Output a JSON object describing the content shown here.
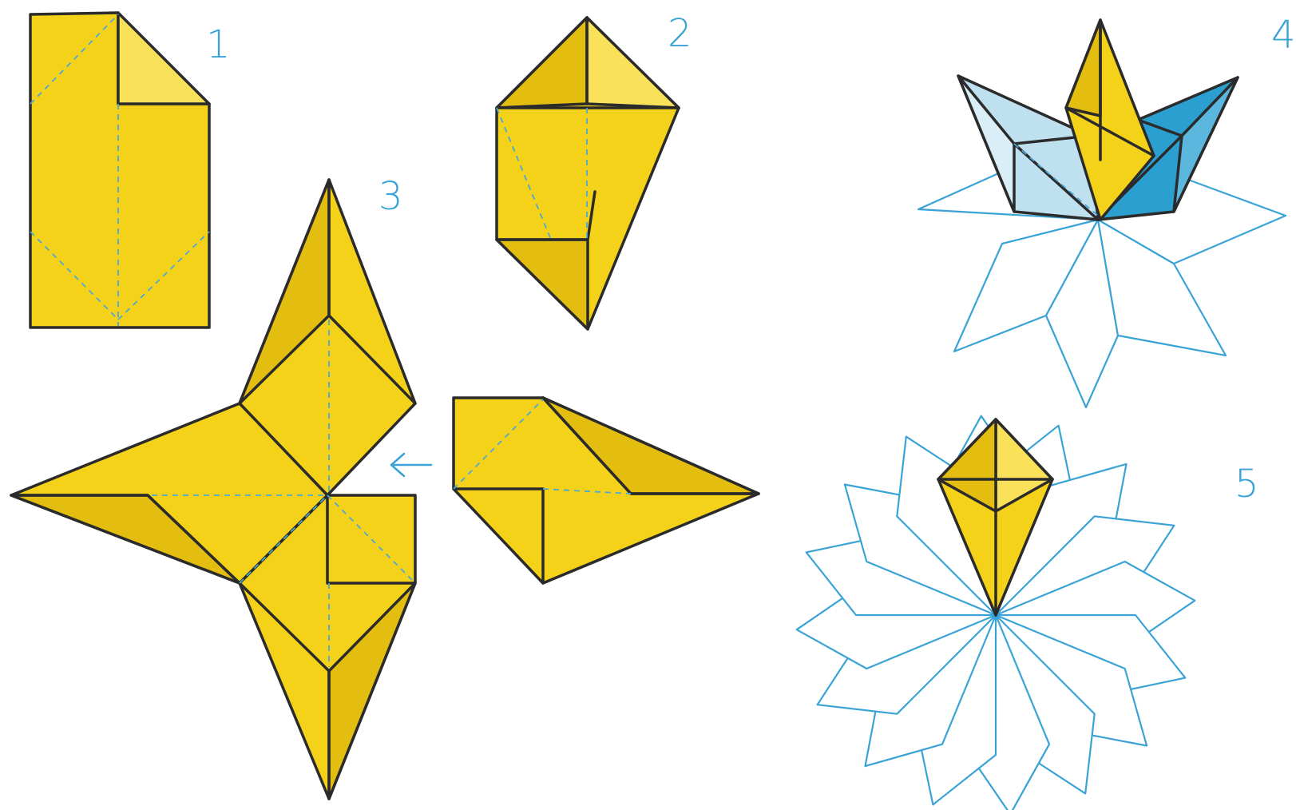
{
  "steps": [
    {
      "id": "step-1",
      "number": "1"
    },
    {
      "id": "step-2",
      "number": "2"
    },
    {
      "id": "step-3",
      "number": "3"
    },
    {
      "id": "step-4",
      "number": "4"
    },
    {
      "id": "step-5",
      "number": "5"
    }
  ],
  "colors": {
    "paper_yellow": "#f4d21a",
    "paper_yellow_dark": "#e3bd0f",
    "paper_yellow_light": "#f9e25a",
    "outline": "#2b2b2b",
    "fold_line_blue": "#4aa8d8",
    "sketch_blue": "#3aa3d6",
    "module_light_blue": "#bfe0ee",
    "module_dark_blue": "#2a9fd0"
  }
}
